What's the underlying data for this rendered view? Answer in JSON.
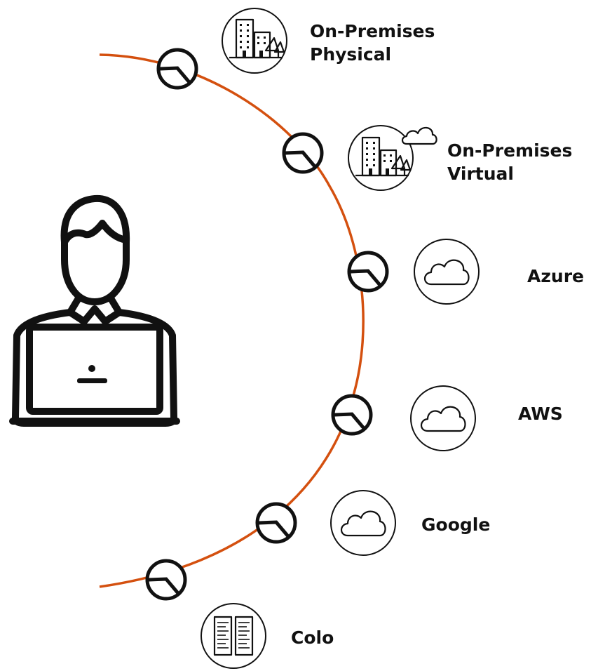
{
  "colors": {
    "arc": "#d4500f",
    "ink": "#111111",
    "background": "#ffffff"
  },
  "icons": {
    "user": "user-at-laptop-icon",
    "connector": "clock-connector-icon",
    "on_premises_physical": "office-buildings-trees-icon",
    "on_premises_virtual": "office-buildings-cloud-icon",
    "cloud": "cloud-icon",
    "colo": "server-racks-icon"
  },
  "destinations": [
    {
      "id": "on-premises-physical",
      "label_lines": [
        "On-Premises",
        "Physical"
      ],
      "icon": "office-buildings-trees-icon"
    },
    {
      "id": "on-premises-virtual",
      "label_lines": [
        "On-Premises",
        "Virtual"
      ],
      "icon": "office-buildings-cloud-icon"
    },
    {
      "id": "azure",
      "label_lines": [
        "Azure"
      ],
      "icon": "cloud-icon"
    },
    {
      "id": "aws",
      "label_lines": [
        "AWS"
      ],
      "icon": "cloud-icon"
    },
    {
      "id": "google",
      "label_lines": [
        "Google"
      ],
      "icon": "cloud-icon"
    },
    {
      "id": "colo",
      "label_lines": [
        "Colo"
      ],
      "icon": "server-racks-icon"
    }
  ]
}
